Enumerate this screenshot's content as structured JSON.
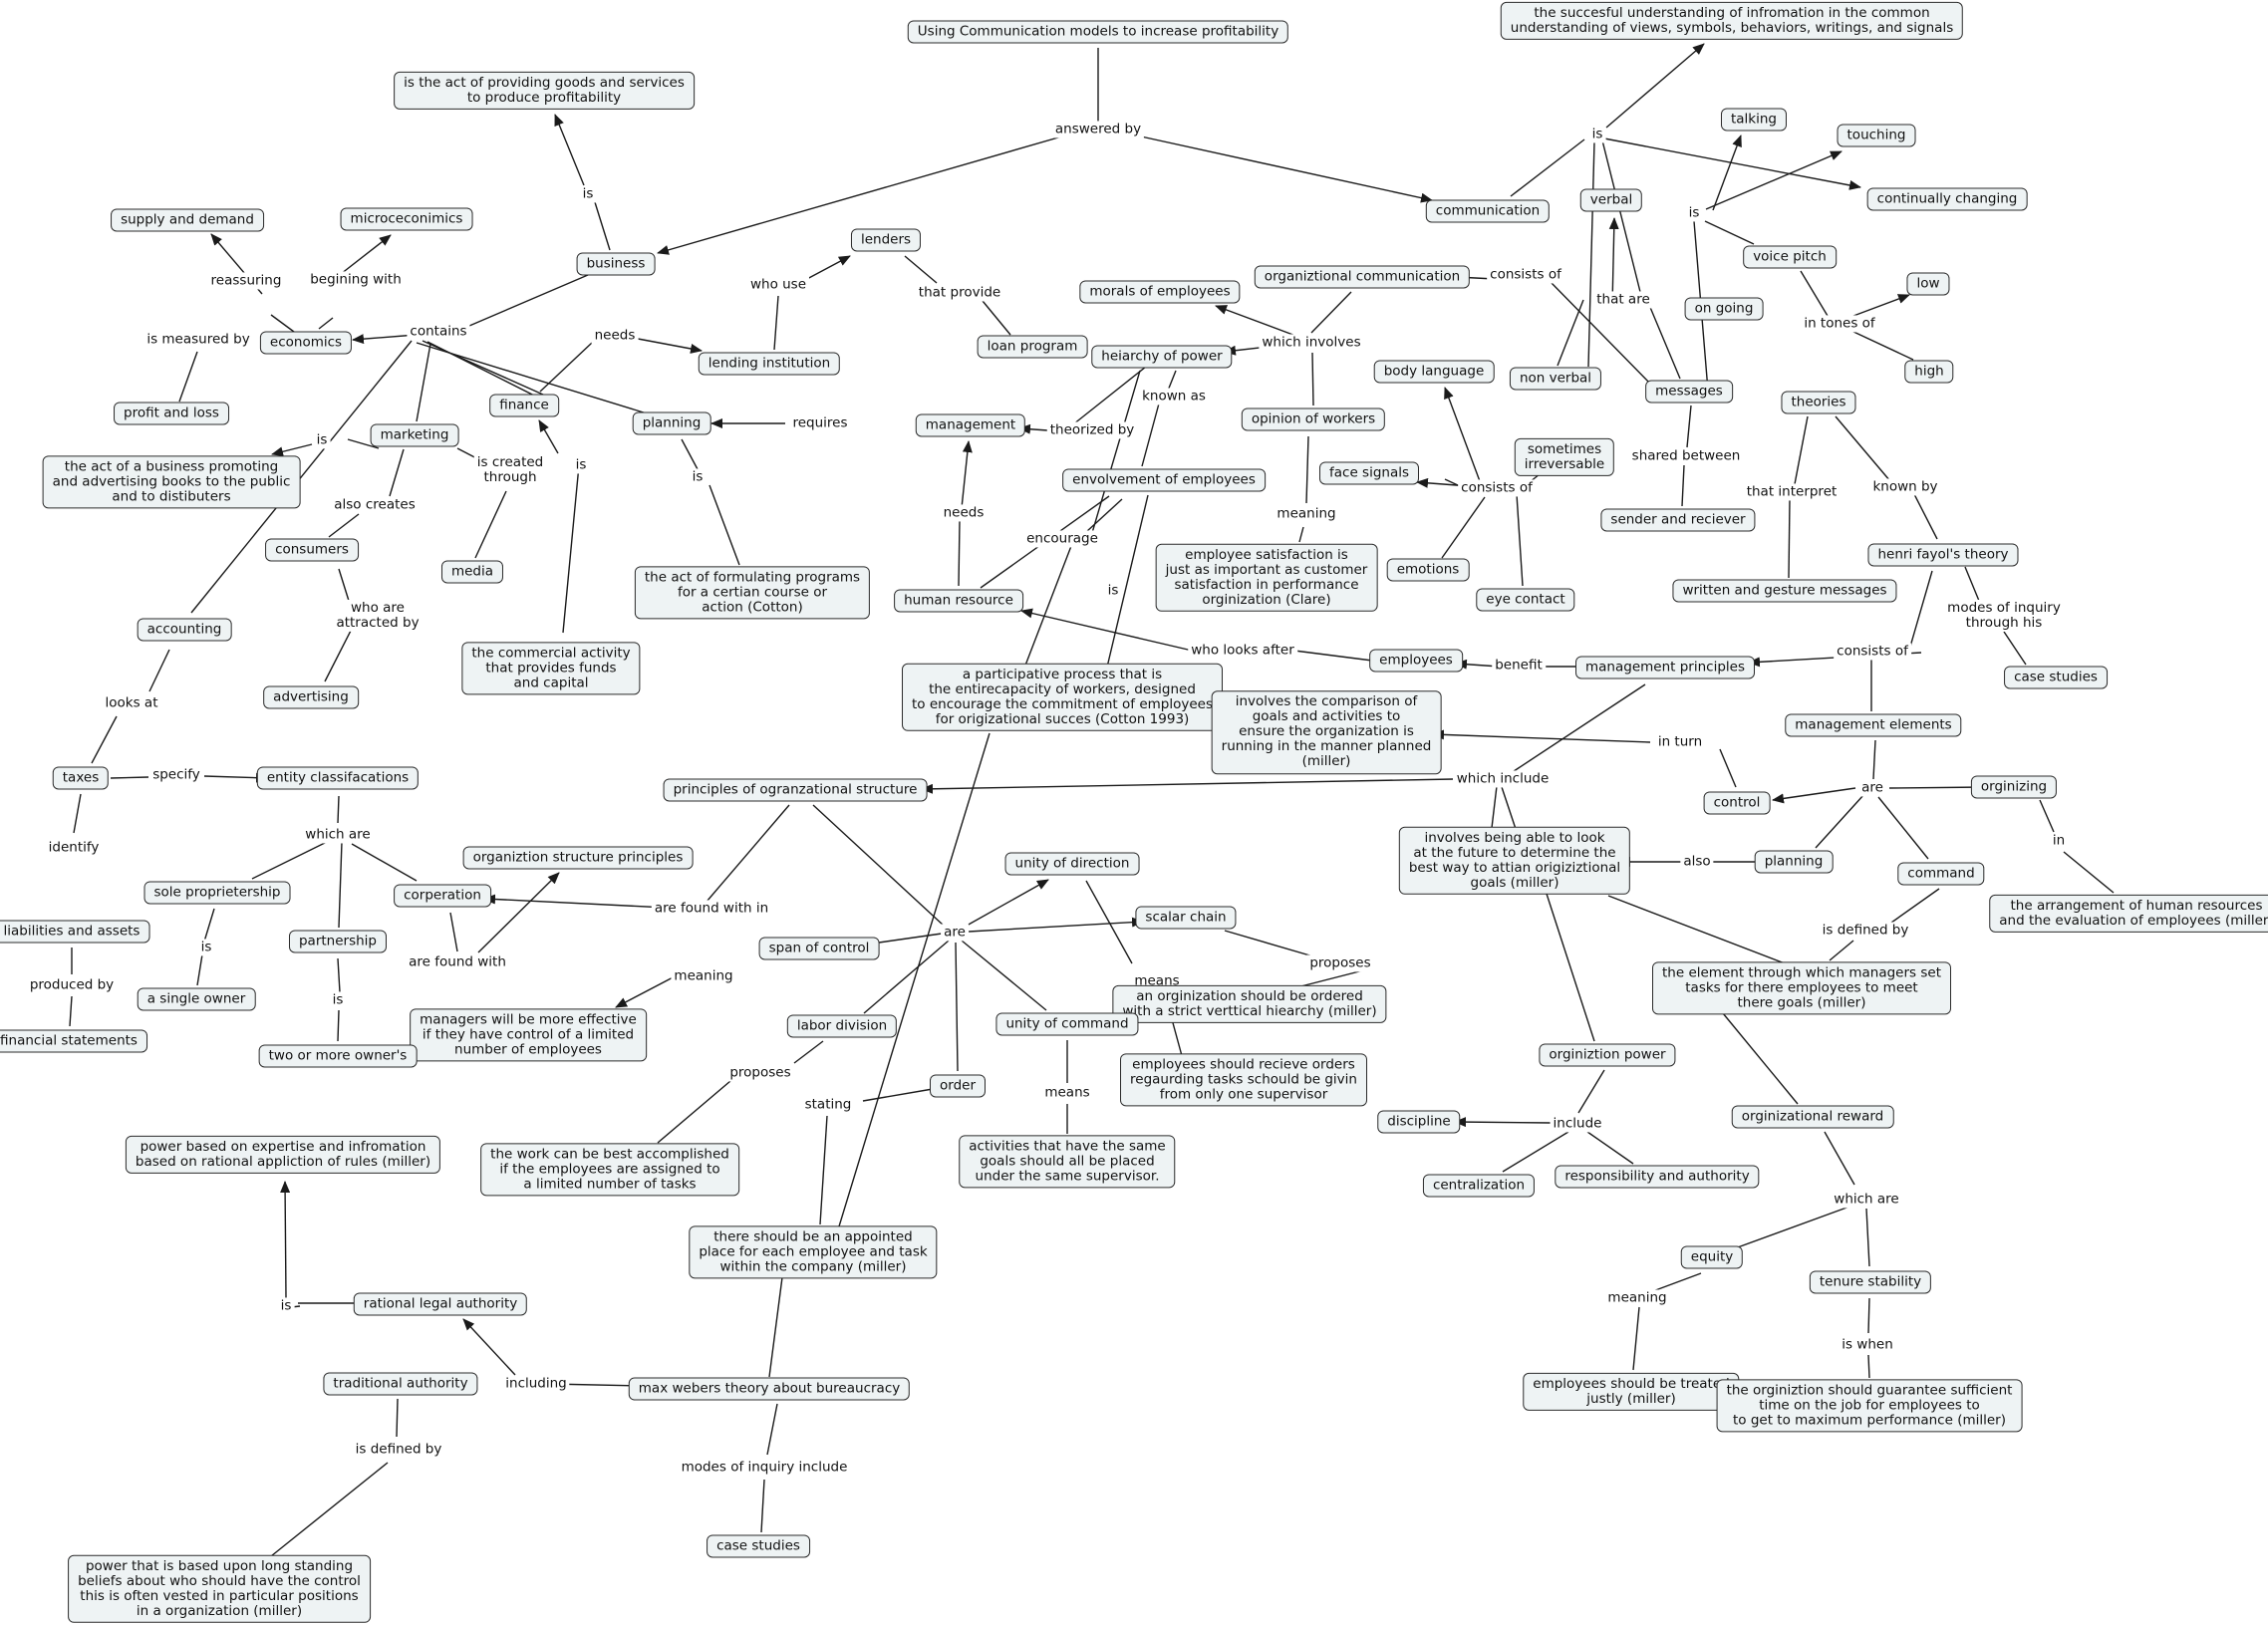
{
  "concepts": {
    "title": "Using Communication models to increase profitability",
    "succesful_understanding": "the succesful understanding of infromation in the common\nunderstanding of views, symbols, behaviors, writings, and signals",
    "providing_goods": "is the act of providing goods and services\nto produce profitability",
    "communication": "communication",
    "business": "business",
    "talking": "talking",
    "touching": "touching",
    "continually_changing": "continually changing",
    "verbal": "verbal",
    "voice_pitch": "voice pitch",
    "on_going": "on going",
    "low": "low",
    "high": "high",
    "supply_demand": "supply and demand",
    "microeconomics": "microceconimics",
    "economics": "economics",
    "lenders": "lenders",
    "lending_institution": "lending institution",
    "loan_program": "loan program",
    "morals_of_employees": "morals of employees",
    "organizational_communication": "organiztional communication",
    "heiarchy_of_power": "heiarchy of power",
    "body_language": "body language",
    "non_verbal": "non verbal",
    "messages": "messages",
    "theories": "theories",
    "profit_and_loss": "profit and loss",
    "finance": "finance",
    "planning_top": "planning",
    "management": "management",
    "marketing": "marketing",
    "opinion_of_workers": "opinion of workers",
    "face_signals": "face signals",
    "sometimes_irreversable": "sometimes\nirreversable",
    "act_of_business_promoting": "the act of a business promoting\nand advertising books to the public\nand to distibuters",
    "envolvement_of_employees": "envolvement of employees",
    "sender_and_reciever": "sender and reciever",
    "consumers": "consumers",
    "media": "media",
    "act_of_formulating": "the act of formulating programs\nfor a certian course or\naction (Cotton)",
    "employee_satisfaction": "employee satisfaction is\njust as important as customer\nsatisfaction in performance\norginization (Clare)",
    "emotions": "emotions",
    "henri_fayol": "henri fayol's theory",
    "written_gesture": "written and gesture messages",
    "eye_contact": "eye contact",
    "human_resource": "human resource",
    "accounting": "accounting",
    "commercial_activity": "the commercial activity\nthat provides funds\nand capital",
    "employees": "employees",
    "management_principles": "management principles",
    "participative_process": "a participative process that is\nthe entirecapacity of workers, designed\nto encourage the commitment of employees\nfor origizational succes (Cotton 1993)",
    "case_studies_right": "case studies",
    "advertising": "advertising",
    "comparison_of_goals": "involves the comparison of\ngoals and activities to\nensure the organization is\nrunning in the manner planned\n(miller)",
    "management_elements": "management elements",
    "taxes": "taxes",
    "entity_classifications": "entity classifacations",
    "principles_org_structure": "principles of ogranzational structure",
    "control": "control",
    "orginizing": "orginizing",
    "look_at_future": "involves being able to look\nat the future to determine the\nbest way to attian origiziztional\ngoals (miller)",
    "organization_structure_principles": "organiztion structure principles",
    "unity_of_direction": "unity of direction",
    "planning_right": "planning",
    "sole_proprietership": "sole proprietership",
    "corperation": "corperation",
    "scalar_chain": "scalar chain",
    "command": "command",
    "arrangement_of_hr": "the arrangement of human resources\nand the evaluation of employees (miller)",
    "liabilities_assets": "liabilities and assets",
    "partnership": "partnership",
    "span_of_control": "span of control",
    "element_managers_set": "the element through which managers set\ntasks for there employees to meet\nthere goals (miller)",
    "ordered_hierarchy": "an orginization should be ordered\nwith a strict verttical hiearchy (miller)",
    "a_single_owner": "a single owner",
    "managers_more_effective": "managers will be more effective\nif they have control of a limited\nnumber of employees",
    "labor_division": "labor division",
    "unity_of_command": "unity of command",
    "financial_statements": "financial statements",
    "two_or_more_owners": "two or more owner's",
    "orginiztion_power": "orginiztion power",
    "receive_orders": "employees should recieve orders\nregaurding tasks schould be givin\nfrom only one supervisor",
    "order": "order",
    "organizational_reward": "orginizational reward",
    "discipline": "discipline",
    "power_based_expertise": "power based on expertise and infromation\nbased on rational appliction of rules (miller)",
    "work_best_accomplished": "the work can be best accomplished\nif the employees are assigned to\na limited number of tasks",
    "same_goals_same_supervisor": "activities that have the same\ngoals should all be placed\nunder the same supervisor.",
    "responsibility_authority": "responsibility and authority",
    "centralization": "centralization",
    "appointed_place": "there should be an appointed\nplace for each employee and task\nwithin the company (miller)",
    "equity": "equity",
    "tenure_stability": "tenure stability",
    "rational_legal_authority": "rational legal authority",
    "traditional_authority": "traditional authority",
    "max_weber": "max webers theory about bureaucracy",
    "treated_justly": "employees should be treated\njustly (miller)",
    "guarantee_sufficient_time": "the orginiztion should guarantee sufficient\ntime on the job for employees to\nto get to maximum performance (miller)",
    "case_studies_bottom": "case studies",
    "power_long_standing": "power that is based upon long standing\nbeliefs about who should have the control\nthis is often vested in particular positions\nin a organization (miller)"
  },
  "linking_phrases": {
    "answered_by": "answered by",
    "is_comm": "is",
    "is_verbal": "is",
    "is_business": "is",
    "contains": "contains",
    "reassuring": "reassuring",
    "begining_with": "begining with",
    "is_measured_by": "is measured by",
    "who_use": "who use",
    "that_provide": "that provide",
    "needs_finance": "needs",
    "which_involves": "which involves",
    "consists_of_comm": "consists of",
    "that_are": "that are",
    "in_tones_of": "in tones of",
    "known_as": "known as",
    "theorized_by": "theorized by",
    "requires": "requires",
    "is_marketing": "is",
    "is_created_through": "is created\nthrough",
    "is_finance": "is",
    "is_planning": "is",
    "consists_of_nonverbal": "consists of",
    "shared_between": "shared between",
    "that_interpret": "that interpret",
    "known_by": "known by",
    "also_creates": "also creates",
    "needs_management": "needs",
    "meaning_opinion": "meaning",
    "encourage": "encourage",
    "who_are_attracted_by": "who are\nattracted by",
    "is_participative": "is",
    "modes_of_inquiry_his": "modes of inquiry\nthrough his",
    "who_looks_after": "who looks after",
    "benefit": "benefit",
    "consists_of_fayol": "consists of",
    "looks_at": "looks at",
    "in_turn": "in turn",
    "specify": "specify",
    "which_include": "which include",
    "are_elements": "are",
    "which_are_entity": "which are",
    "identify": "identify",
    "in_orginizing": "in",
    "also": "also",
    "are_found_with_in": "are found with in",
    "is_sole": "is",
    "are_structure": "are",
    "are_found_with": "are found with",
    "proposes_scalar": "proposes",
    "is_defined_by_command": "is defined by",
    "meaning_span": "meaning",
    "means_direction": "means",
    "is_partnership": "is",
    "produced_by": "produced by",
    "proposes_labor": "proposes",
    "stating": "stating",
    "means_command": "means",
    "include_power": "include",
    "which_are_reward": "which are",
    "meaning_equity": "meaning",
    "is_rational": "is",
    "is_when": "is when",
    "including": "including",
    "is_defined_by_traditional": "is defined by",
    "modes_of_inquiry_include": "modes of inquiry include"
  },
  "colors": {
    "node_fill": "#eef3f4",
    "node_border": "#2b2b2b",
    "edge": "#1a1a1a",
    "background": "#ffffff"
  }
}
